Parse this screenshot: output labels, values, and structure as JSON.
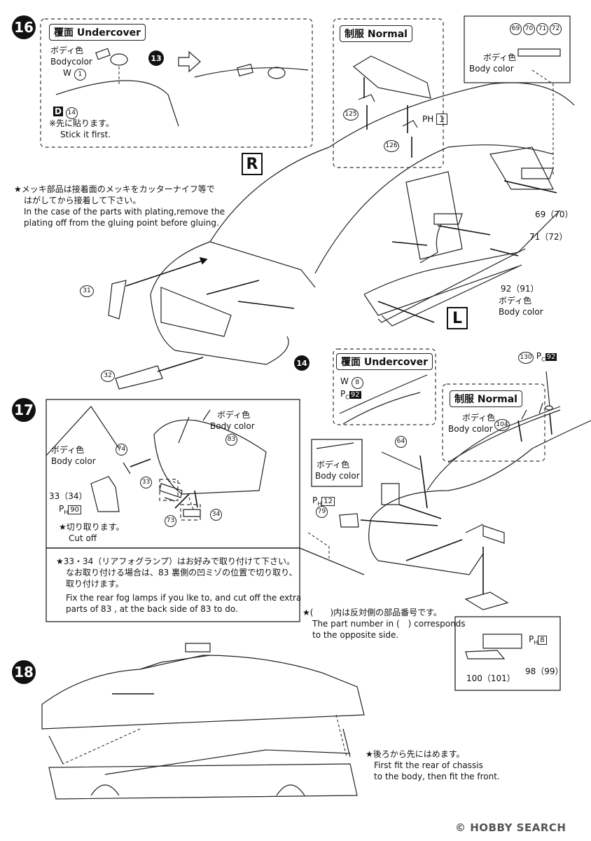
{
  "step16": {
    "number": "16",
    "undercover_tag": "覆面 Undercover",
    "bodycolor_jp": "ボディ色",
    "bodycolor_en": "Bodycolor",
    "w_part": "W",
    "w_num": "1",
    "part13": "13",
    "decal_label": "D",
    "decal_num": "14",
    "stick_jp": "※先に貼ります。",
    "stick_en": "Stick it first.",
    "normal_tag": "制服 Normal",
    "part125": "125",
    "part126": "126",
    "ph_label": "PH",
    "ph_num": "1",
    "mirror_parts": [
      "69",
      "70",
      "71",
      "72"
    ],
    "mirror_color_jp": "ボディ色",
    "mirror_color_en": "Body color",
    "letter_r": "R",
    "letter_l": "L",
    "plating_jp_1": "★メッキ部品は接着面のメッキをカッターナイフ等で",
    "plating_jp_2": "はがしてから接着して下さい。",
    "plating_en_1": "In the case of the parts with plating,remove the",
    "plating_en_2": "plating off from the gluing point before gluing.",
    "part69_70": "69（70）",
    "part71_72": "71（72）",
    "part92_91": "92（91）",
    "side_color_jp": "ボディ色",
    "side_color_en": "Body color",
    "part31": "31",
    "part32": "32",
    "part14": "14"
  },
  "step17": {
    "number": "17",
    "bumper_color_jp": "ボディ色",
    "bumper_color_en": "Body color",
    "part83": "83",
    "part74": "74",
    "inset_color_jp": "ボディ色",
    "inset_color_en": "Body color",
    "part33_34": "33（34）",
    "ph90": "90",
    "cutoff_jp": "★切り取ります。",
    "cutoff_en": "Cut off",
    "part33": "33",
    "part73": "73",
    "part34": "34",
    "note_jp_1": "★33・34（リアフォグランプ）はお好みで取り付けて下さい。",
    "note_jp_2": "なお取り付ける場合は、83 裏側の凹ミゾの位置で切り取り、",
    "note_jp_3": "取り付けます。",
    "note_en_1": "Fix the rear fog lamps if you lke to, and cut off the extra",
    "note_en_2": "parts of 83 , at the back side of 83 to do.",
    "undercover_tag": "覆面 Undercover",
    "w8": "8",
    "pc92": "92",
    "part130": "130",
    "normal_tag": "制服 Normal",
    "antenna_color_jp": "ボディ色",
    "antenna_color_en": "Body color",
    "part104": "104",
    "part64": "64",
    "strip_color_jp": "ボディ色",
    "strip_color_en": "Body color",
    "ph12": "12",
    "part79": "79",
    "opposite_jp": "★(　　)内は反対側の部品番号です。",
    "opposite_en_1": "The part number in (　) corresponds",
    "opposite_en_2": "to the opposite side.",
    "ph8": "8",
    "part98_99": "98（99）",
    "part100_101": "100（101）"
  },
  "step18": {
    "number": "18",
    "note_jp": "★後ろから先にはめます。",
    "note_en_1": "First fit the rear of chassis",
    "note_en_2": "to the body, then fit the front."
  },
  "watermark": "© HOBBY SEARCH"
}
